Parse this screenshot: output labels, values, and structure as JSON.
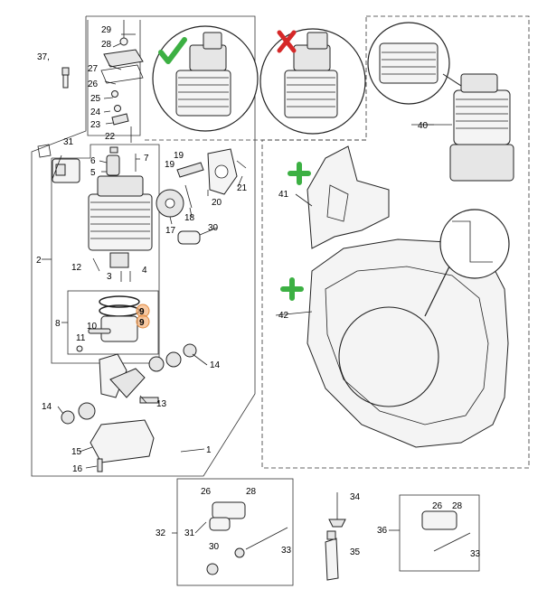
{
  "colors": {
    "ok": "#3cb043",
    "bad": "#d62828",
    "plus": "#3cb043",
    "highlight": "#f5b27a"
  },
  "icons": {
    "check": "check-icon",
    "cross": "cross-icon",
    "plus": "plus-icon"
  },
  "labels": {
    "p1": "1",
    "p2": "2",
    "p3": "3",
    "p4": "4",
    "p5": "5",
    "p6": "6",
    "p7": "7",
    "p8": "8",
    "p9a": "9",
    "p9b": "9",
    "p10": "10",
    "p11": "11",
    "p12": "12",
    "p13": "13",
    "p14a": "14",
    "p14b": "14",
    "p15": "15",
    "p16": "16",
    "p17": "17",
    "p18": "18",
    "p19a": "19",
    "p19b": "19",
    "p20": "20",
    "p21": "21",
    "p22": "22",
    "p23": "23",
    "p24": "24",
    "p25": "25",
    "p26a": "26",
    "p27": "27",
    "p28a": "28",
    "p29": "29",
    "p30a": "30",
    "p31a": "31",
    "p37": "37,",
    "p40": "40",
    "p41": "41",
    "p42": "42",
    "p26b": "26",
    "p28b": "28",
    "p32": "32",
    "p31b": "31",
    "p30b": "30",
    "p33a": "33",
    "p34": "34",
    "p35": "35",
    "p26c": "26",
    "p28c": "28",
    "p36": "36",
    "p33b": "33"
  }
}
